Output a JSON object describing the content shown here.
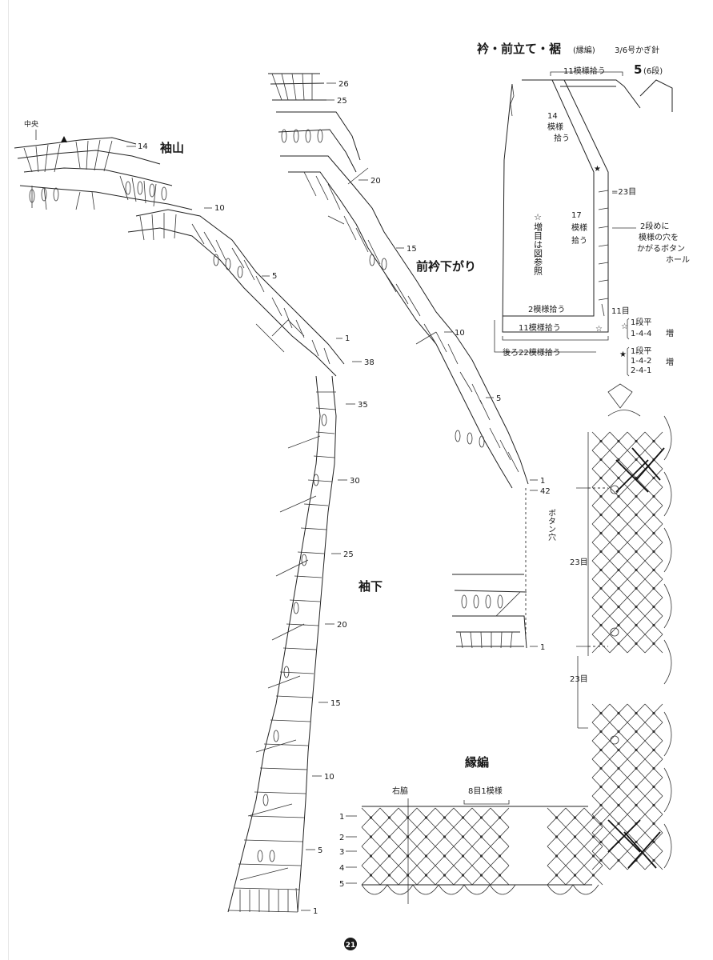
{
  "titles": {
    "sleeve_cap": "袖山",
    "front_neck": "前衿下がり",
    "sleeve_under": "袖下",
    "edging": "縁編",
    "border_header": "衿・前立て・裾",
    "border_header_paren": "(縁編)",
    "hook": "3/6号かぎ針",
    "center": "中央"
  },
  "sleeve_cap_rows": [
    "14",
    "10",
    "5",
    "1"
  ],
  "sleeve_under_rows": [
    "38",
    "35",
    "30",
    "25",
    "20",
    "15",
    "10",
    "5",
    "1"
  ],
  "neck_rows": [
    "26",
    "25",
    "20",
    "15",
    "10",
    "5",
    "1",
    "42"
  ],
  "small_piece_row": "1",
  "schematic": {
    "top_pickup": "11模様拾う",
    "top_count_big": "5",
    "top_count_small": "(6段)",
    "neck_pickup_1": "14",
    "neck_pickup_2": "模様",
    "neck_pickup_3": "拾う",
    "front_pickup_1": "17",
    "front_pickup_2": "模様",
    "front_pickup_3": "拾う",
    "star_note": "☆増目は図参照",
    "eyelet_count_top": "=23目",
    "eyelet_count_bottom": "11目",
    "button_note_1": "2段めに",
    "button_note_2": "模様の穴を",
    "button_note_3": "かがるボタン",
    "button_note_4": "ホール",
    "hem_pickup_2": "2模様拾う",
    "hem_pickup_11": "11模様拾う",
    "back_pickup": "後ろ22模様拾う",
    "inc_hollow_1": "1段平",
    "inc_hollow_2": "1-4-4",
    "inc_suffix": "増",
    "inc_solid_1": "1段平",
    "inc_solid_2": "1-4-2",
    "inc_solid_3": "2-4-1"
  },
  "button_hole_label": "ボタン穴",
  "count_23_a": "23目",
  "count_23_b": "23目",
  "edging_detail": {
    "side_seam": "右脇",
    "repeat": "8目1模様",
    "rows": [
      "1",
      "2",
      "3",
      "4",
      "5"
    ]
  },
  "page_number": "21"
}
